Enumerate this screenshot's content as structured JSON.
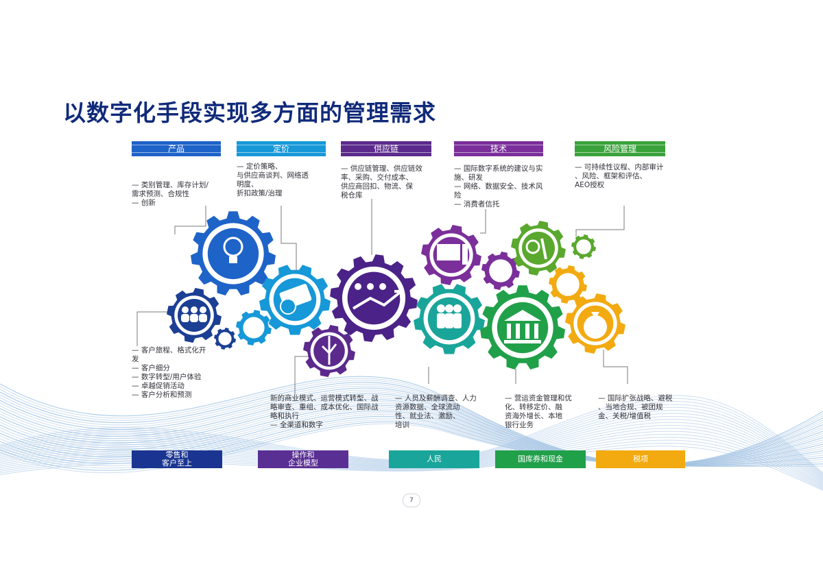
{
  "title": "以数字化手段实现多方面的管理需求",
  "top_tabs": [
    {
      "label": "产品",
      "color": "#1e63c8"
    },
    {
      "label": "定价",
      "color": "#1798d8"
    },
    {
      "label": "供应链",
      "color": "#5b2a8c"
    },
    {
      "label": "技术",
      "color": "#7a2f9a"
    },
    {
      "label": "风险管理",
      "color": "#3aa23a"
    }
  ],
  "top_texts": {
    "product": [
      "—  类别管理、库存计划/",
      "    需求预测、合规性",
      "—  创新"
    ],
    "pricing": [
      "—  定价策略、",
      "    与供应商谈判、网络透",
      "    明度、",
      "    折扣政策/治理"
    ],
    "supply": [
      "—  供应链管理、供应链效",
      "    率、采购、交付成本、",
      "    供应商回扣、物流、保",
      "    税仓库"
    ],
    "tech": [
      "—  国际数字系统的建议与实",
      "    施、研发",
      "—  网络、数据安全、技术风",
      "    险",
      "—  消费者信托"
    ],
    "risk": [
      "—  可持续性议程、内部审计",
      "    、风险、框架和评估、",
      "    AEO授权"
    ]
  },
  "bottom_texts": {
    "retail": [
      "—  客户旅程、格式化开",
      "    发",
      "—  客户细分",
      "—  数字转型/用户体验",
      "—  卓越促销活动",
      "—  客户分析和预测"
    ],
    "operations": [
      "新的商业模式、运营模式转型、战",
      "略审查、重组、成本优化、国际战",
      "略和执行",
      "—  全渠道和数字"
    ],
    "people": [
      "—  人员及薪酬调查、人力",
      "    资源数据、全球流动",
      "    性、就业法、激励、",
      "    培训"
    ],
    "treasury": [
      "—  营运资金管理和优",
      "    化、转移定价、融",
      "    资海外增长、本地",
      "    银行业务"
    ],
    "tax": [
      "—  国际扩张战略、避税",
      "    、当地合规、被团规",
      "    金、关税/增值税"
    ]
  },
  "bottom_labels": [
    {
      "label": "零售和\n客户至上",
      "color": "#1a3591"
    },
    {
      "label": "操作和\n企业模型",
      "color": "#5a2f93"
    },
    {
      "label": "人民",
      "color": "#1aa59a"
    },
    {
      "label": "国库券和现金",
      "color": "#21a04a"
    },
    {
      "label": "税项",
      "color": "#f2aa10"
    }
  ],
  "gear_icons": [
    {
      "name": "lightbulb-icon",
      "color": "#1e63c8"
    },
    {
      "name": "coins-icon",
      "color": "#1798d8"
    },
    {
      "name": "team-icon",
      "color": "#1b3f93"
    },
    {
      "name": "usb-icon",
      "color": "#5b2a8c"
    },
    {
      "name": "handshake-chart-icon",
      "color": "#4b2287"
    },
    {
      "name": "computer-icon",
      "color": "#7a2f9a"
    },
    {
      "name": "people-icon",
      "color": "#1aa59a"
    },
    {
      "name": "bank-icon",
      "color": "#21a04a"
    },
    {
      "name": "tools-icon",
      "color": "#5aa82e"
    },
    {
      "name": "money-bag-icon",
      "color": "#f2aa10"
    }
  ],
  "page_number": "7"
}
